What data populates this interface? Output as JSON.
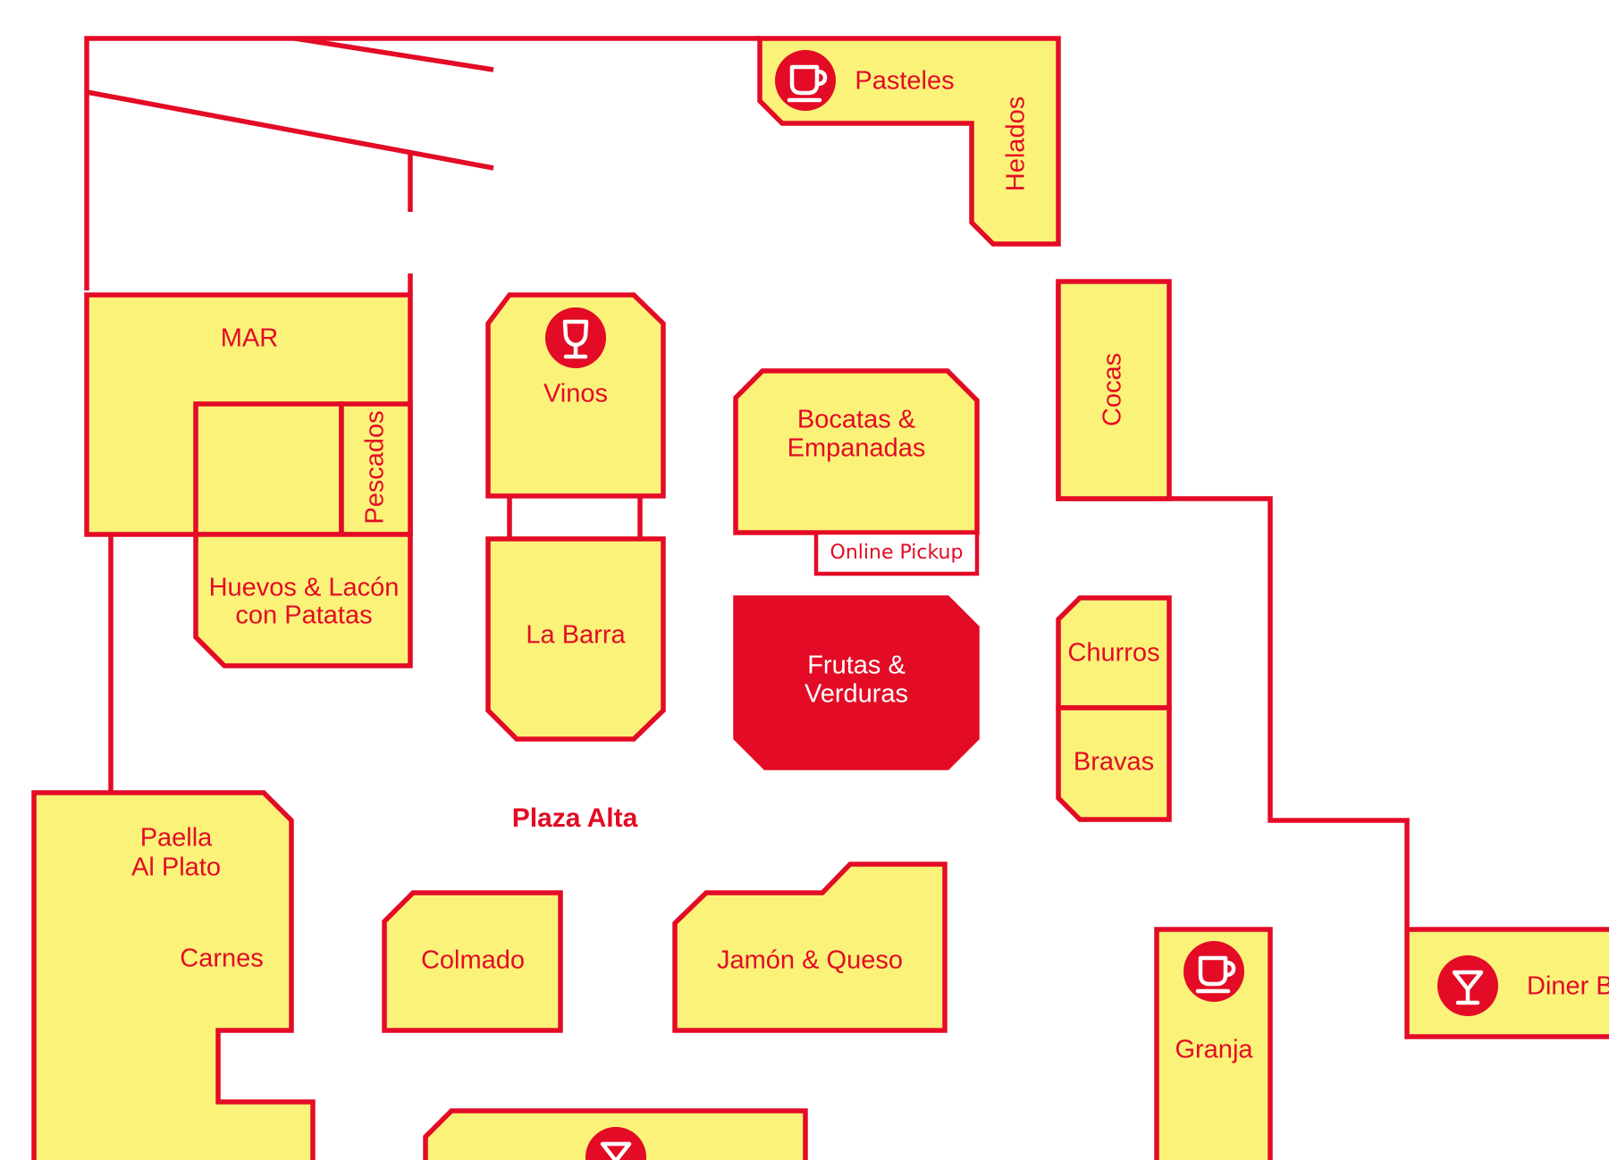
{
  "map": {
    "area_label": "Plaza Alta",
    "stalls": [
      {
        "id": "pasteles",
        "label": "Pasteles",
        "icon": "cup-icon"
      },
      {
        "id": "helados",
        "label": "Helados"
      },
      {
        "id": "mar",
        "label": "MAR"
      },
      {
        "id": "pescados",
        "label": "Pescados"
      },
      {
        "id": "vinos",
        "label": "Vinos",
        "icon": "wine-glass-icon"
      },
      {
        "id": "bocatas",
        "label_line1": "Bocatas &",
        "label_line2": "Empanadas"
      },
      {
        "id": "online-pickup",
        "label": "Online Pickup"
      },
      {
        "id": "cocas",
        "label": "Cocas"
      },
      {
        "id": "huevos",
        "label_line1": "Huevos & Lacón",
        "label_line2": "con Patatas"
      },
      {
        "id": "la-barra",
        "label": "La Barra"
      },
      {
        "id": "frutas",
        "label_line1": "Frutas &",
        "label_line2": "Verduras"
      },
      {
        "id": "churros",
        "label": "Churros"
      },
      {
        "id": "bravas",
        "label": "Bravas"
      },
      {
        "id": "paella",
        "label_line1": "Paella",
        "label_line2": "Al Plato"
      },
      {
        "id": "carnes",
        "label": "Carnes"
      },
      {
        "id": "colmado",
        "label": "Colmado"
      },
      {
        "id": "jamon",
        "label": "Jamón & Queso"
      },
      {
        "id": "granja",
        "label": "Granja",
        "icon": "cup-icon"
      },
      {
        "id": "diner-bar",
        "label": "Diner B",
        "icon": "cocktail-glass-icon"
      },
      {
        "id": "bottom-bar",
        "label": "",
        "icon": "cocktail-glass-icon"
      }
    ]
  },
  "colors": {
    "stall_fill": "#fbf27a",
    "outline": "#e30b25",
    "highlight": "#e30b25",
    "background": "#ffffff"
  }
}
